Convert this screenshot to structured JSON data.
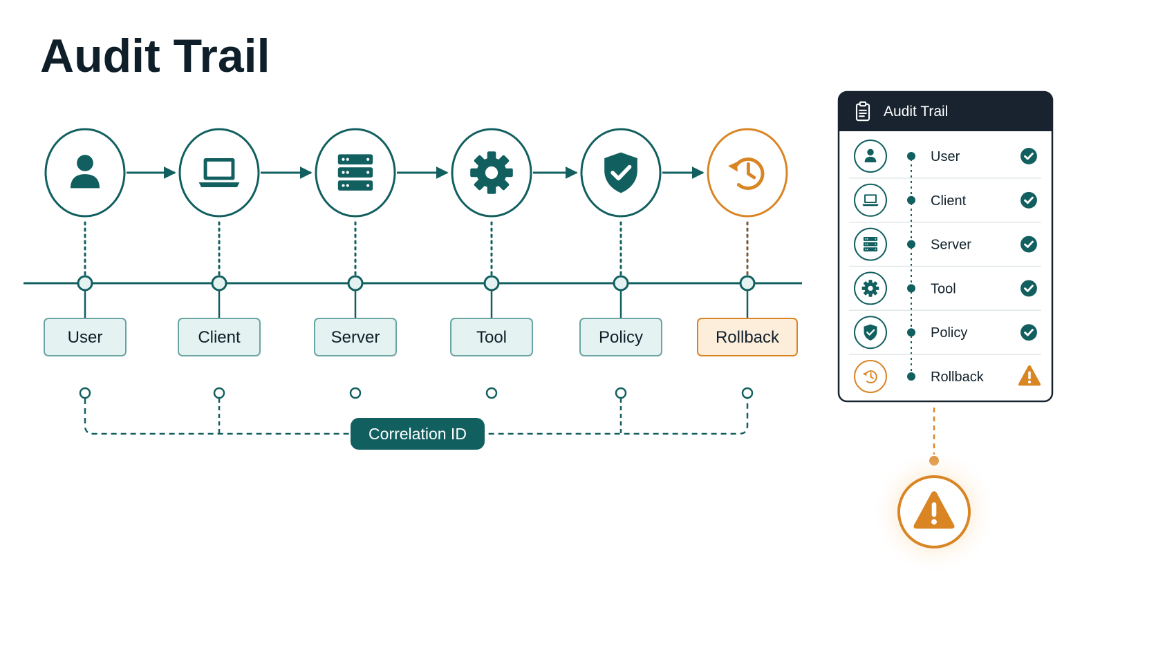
{
  "title": "Audit Trail",
  "colors": {
    "teal": "#125f60",
    "teal_light_fill": "#e4f2f1",
    "orange": "#d98524",
    "orange_light_fill": "#fdeedb",
    "panel_header": "#18232f",
    "ink": "#0f1f2a"
  },
  "pipeline": {
    "stages": [
      {
        "label": "User",
        "icon": "user-icon",
        "status": "ok"
      },
      {
        "label": "Client",
        "icon": "laptop-icon",
        "status": "ok"
      },
      {
        "label": "Server",
        "icon": "server-icon",
        "status": "ok"
      },
      {
        "label": "Tool",
        "icon": "gear-icon",
        "status": "ok"
      },
      {
        "label": "Policy",
        "icon": "shield-check-icon",
        "status": "ok"
      },
      {
        "label": "Rollback",
        "icon": "history-icon",
        "status": "warning"
      }
    ],
    "correlation_label": "Correlation ID"
  },
  "panel": {
    "title": "Audit Trail",
    "header_icon": "clipboard-icon",
    "rows": [
      {
        "label": "User",
        "icon": "user-icon",
        "status_icon": "check-circle-icon"
      },
      {
        "label": "Client",
        "icon": "laptop-icon",
        "status_icon": "check-circle-icon"
      },
      {
        "label": "Server",
        "icon": "server-icon",
        "status_icon": "check-circle-icon"
      },
      {
        "label": "Tool",
        "icon": "gear-icon",
        "status_icon": "check-circle-icon"
      },
      {
        "label": "Policy",
        "icon": "shield-check-icon",
        "status_icon": "check-circle-icon"
      },
      {
        "label": "Rollback",
        "icon": "history-icon",
        "status_icon": "warning-triangle-icon"
      }
    ]
  },
  "alert": {
    "icon": "warning-triangle-icon"
  }
}
